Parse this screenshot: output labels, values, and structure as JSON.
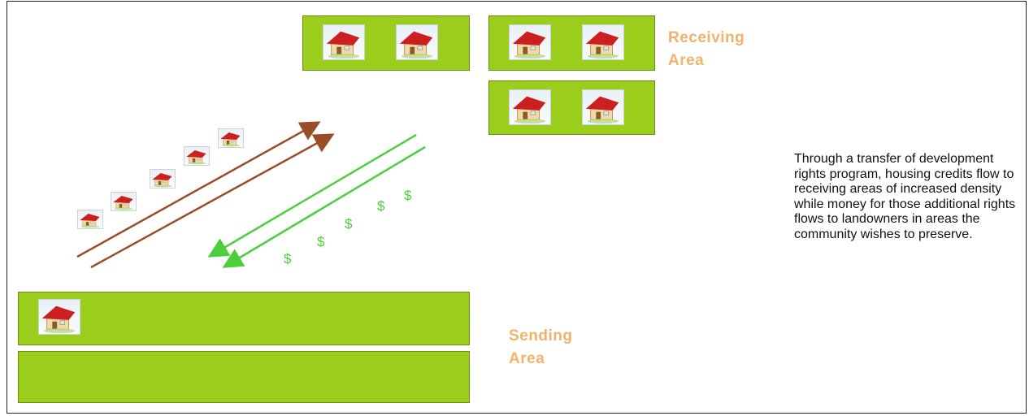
{
  "labels": {
    "receiving_area": [
      "Receiving",
      "Area"
    ],
    "sending_area": [
      "Sending",
      "Area"
    ]
  },
  "caption": "Through a transfer of development rights program, housing credits flow to receiving areas of increased density while money for those additional rights flows to landowners in areas the community wishes to preserve.",
  "dollar_symbol": "$",
  "colors": {
    "land": "#9acd1c",
    "area_label": "#f0b36a",
    "credit_arrow": "#9a4e28",
    "money_arrow": "#4ccf3c",
    "roof": "#cc2020"
  },
  "icons": {
    "house": "house-icon",
    "credit_flow": "arrow-up-right-icon",
    "money_flow": "arrow-down-left-icon"
  }
}
